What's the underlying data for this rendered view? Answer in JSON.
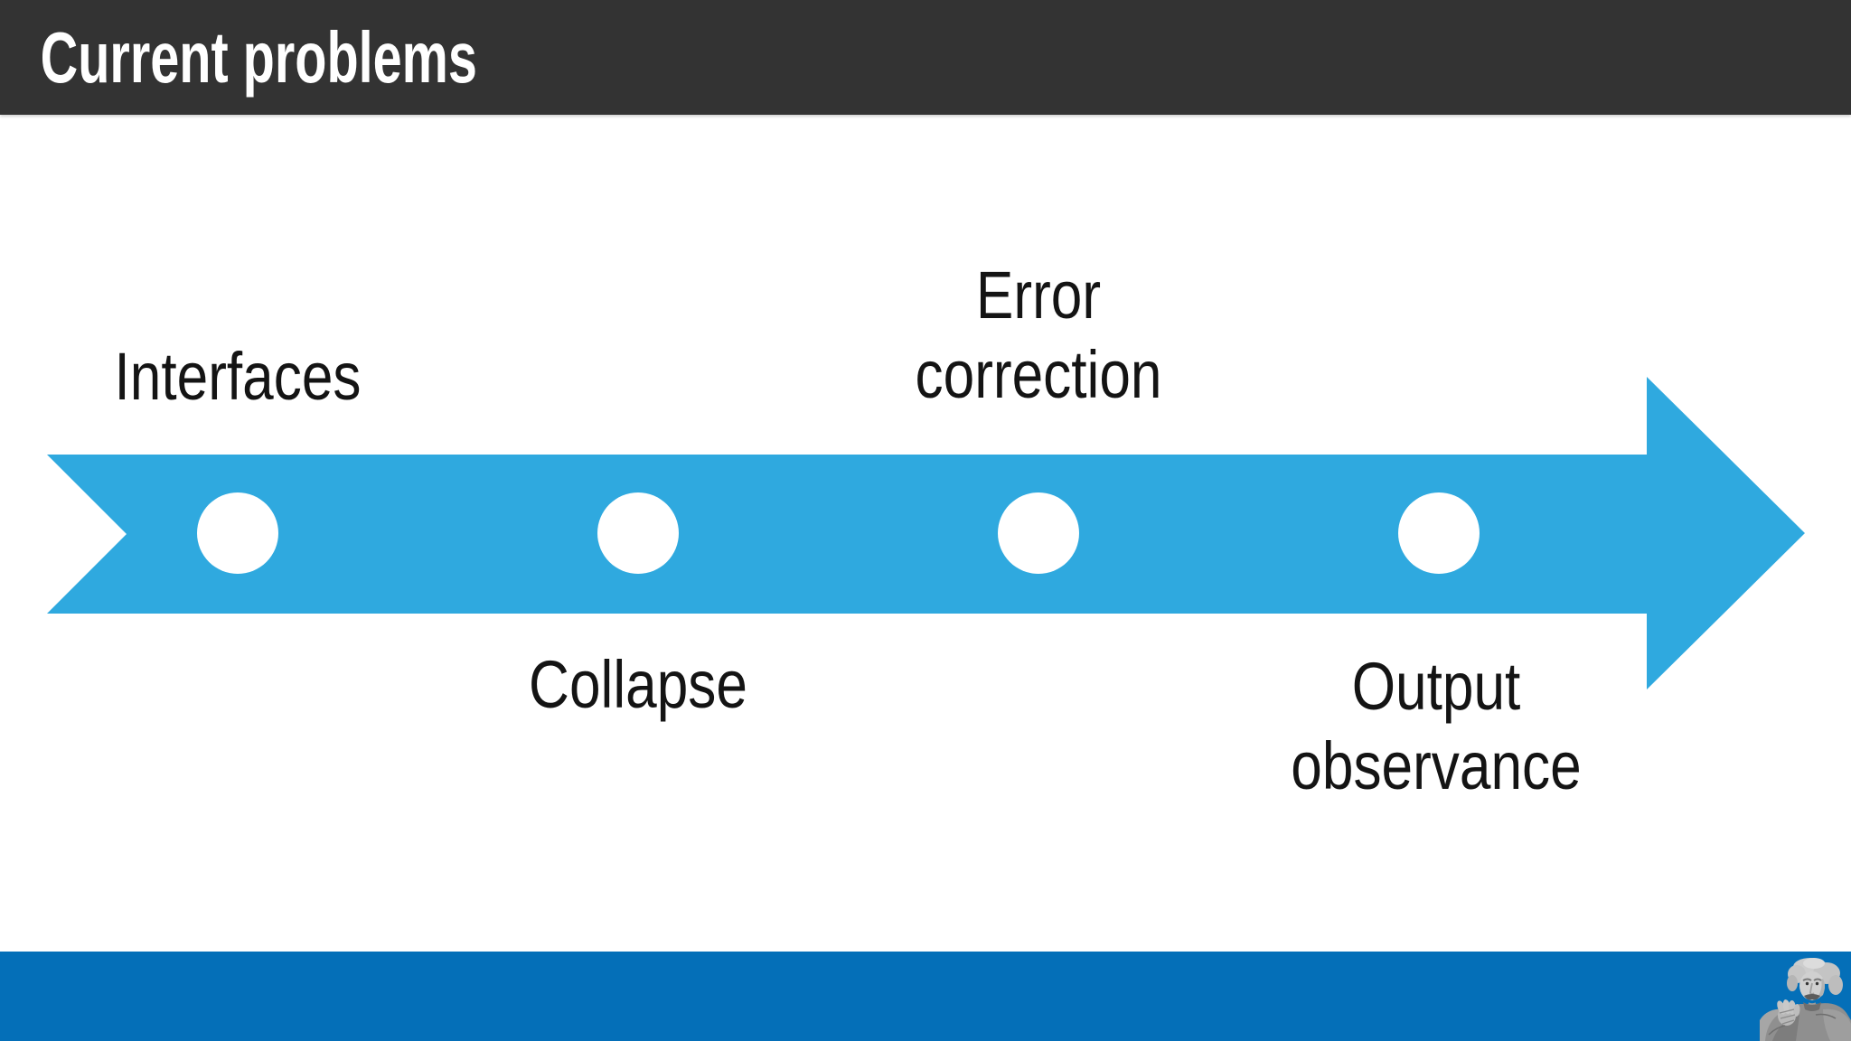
{
  "slide": {
    "title": "Current problems"
  },
  "diagram": {
    "type": "process-arrow-timeline",
    "direction": "left-to-right",
    "milestones": [
      {
        "label": "Interfaces",
        "label_position": "above"
      },
      {
        "label": "Collapse",
        "label_position": "below"
      },
      {
        "label": "Error correction",
        "label_position": "above"
      },
      {
        "label": "Output observance",
        "label_position": "below"
      }
    ]
  },
  "footer": {
    "decoration": "einstein-photo-cutout"
  },
  "colors": {
    "background": "#ffffff",
    "title_bar": "#333333",
    "title_text": "#ffffff",
    "arrow": "#2fa9df",
    "milestone_dot": "#ffffff",
    "label_text": "#141414",
    "footer_bar": "#046fb8"
  }
}
